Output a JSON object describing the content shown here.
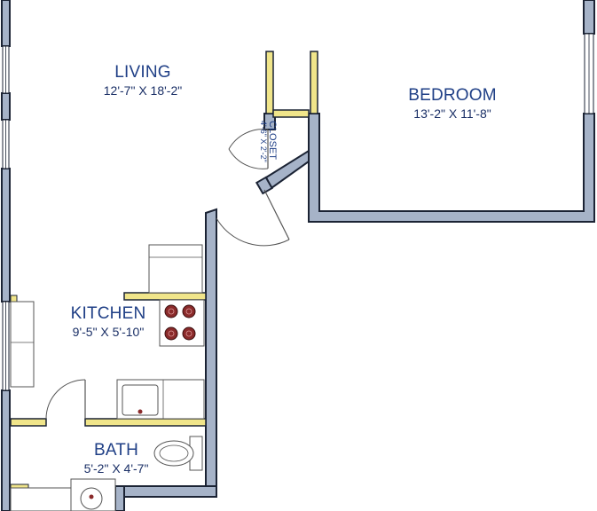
{
  "rooms": {
    "living": {
      "name": "LIVING",
      "dims": "12'-7\" X 18'-2\""
    },
    "bedroom": {
      "name": "BEDROOM",
      "dims": "13'-2\" X 11'-8\""
    },
    "closet": {
      "name": "CLOSET",
      "dims": "4'-6\" X 2'-2\""
    },
    "kitchen": {
      "name": "KITCHEN",
      "dims": "9'-5\" X 5'-10\""
    },
    "bath": {
      "name": "BATH",
      "dims": "5'-2\" X 4'-7\""
    }
  },
  "colors": {
    "wall_fill": "#a6b3c8",
    "wall_outline": "#1b2334",
    "partition_fill": "#f0e58a",
    "window_fill": "#ffffff",
    "fixture_outline": "#555555",
    "burner": "#8a2a2a",
    "label": "#1f3f86"
  },
  "fixtures": [
    "refrigerator",
    "range-4-burner",
    "kitchen-sink",
    "toilet",
    "bath-sink"
  ]
}
